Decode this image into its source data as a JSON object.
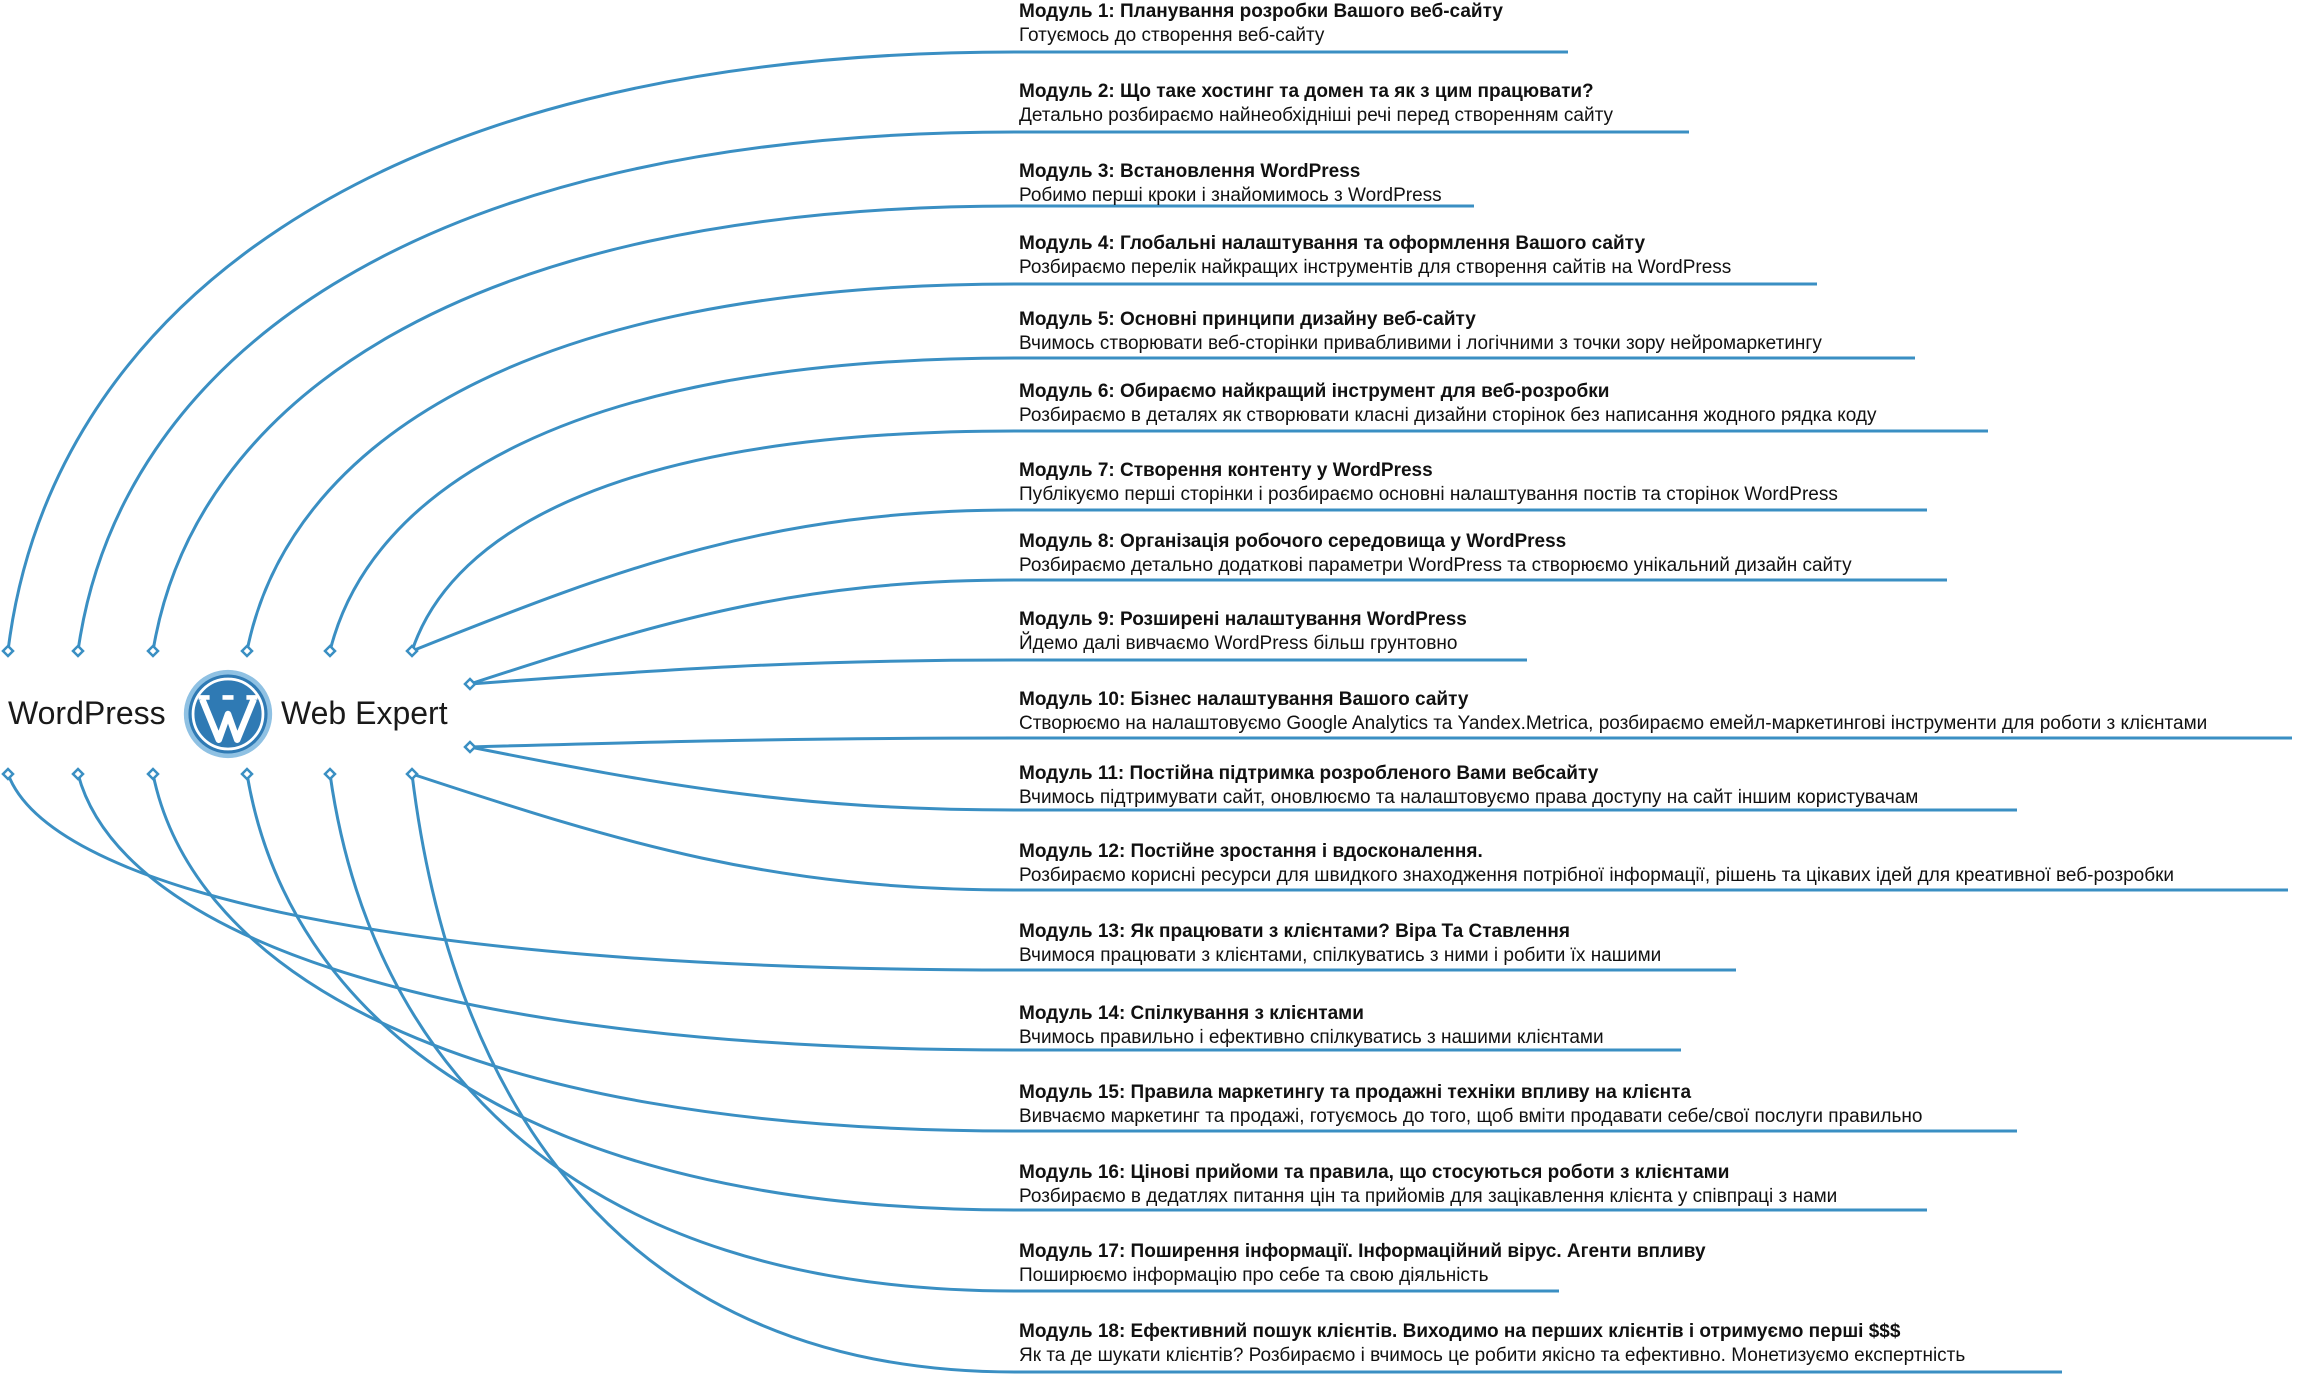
{
  "center": {
    "left_label": "WordPress",
    "right_label": "Web Expert",
    "logo_icon": "wordpress-logo-icon"
  },
  "colors": {
    "line": "#3a8fc3",
    "logo_blue": "#2f7ab4",
    "logo_light": "#8fc1e3",
    "text": "#111111"
  },
  "modules": [
    {
      "title": "Модуль 1: Планування розробки Вашого веб-сайту",
      "subtitle": "Готуємось до створення веб-сайту"
    },
    {
      "title": "Модуль 2: Що таке хостинг та домен та як з цим працювати?",
      "subtitle": "Детально розбираємо найнеобхідніші речі перед створенням сайту"
    },
    {
      "title": "Модуль 3: Встановлення WordPress",
      "subtitle": "Робимо перші кроки і знайомимось з WordPress"
    },
    {
      "title": "Модуль 4: Глобальні налаштування та оформлення Вашого сайту",
      "subtitle": "Розбираємо перелік найкращих інструментів для створення сайтів на WordPress"
    },
    {
      "title": "Модуль 5: Основні принципи дизайну веб-сайту",
      "subtitle": "Вчимось створювати веб-сторінки привабливими і логічними з точки зору нейромаркетингу"
    },
    {
      "title": "Модуль 6: Обираємо найкращий інструмент для веб-розробки",
      "subtitle": "Розбираємо в деталях як створювати класні дизайни сторінок без написання жодного рядка коду"
    },
    {
      "title": "Модуль 7: Створення контенту у WordPress",
      "subtitle": "Публікуємо перші сторінки і розбираємо основні налаштування постів та сторінок WordPress"
    },
    {
      "title": "Модуль 8: Організація робочого середовища у WordPress",
      "subtitle": "Розбираємо детально додаткові параметри WordPress та створюємо унікальний дизайн сайту"
    },
    {
      "title": "Модуль 9: Розширені налаштування WordPress",
      "subtitle": "Йдемо далі вивчаємо WordPress більш грунтовно"
    },
    {
      "title": "Модуль 10: Бізнес налаштування Вашого сайту",
      "subtitle": "Створюємо на налаштовуємо Google Analytics та Yandex.Metrica, розбираємо емейл-маркетингові інструменти для роботи з клієнтами"
    },
    {
      "title": "Модуль 11: Постійна підтримка розробленого Вами вебсайту",
      "subtitle": "Вчимось підтримувати сайт, оновлюємо та налаштовуємо права доступу на сайт іншим користувачам"
    },
    {
      "title": "Модуль 12: Постійне зростання і вдосконалення.",
      "subtitle": "Розбираємо корисні ресурси для швидкого знаходження потрібної інформації, рішень та цікавих ідей для креативної веб-розробки"
    },
    {
      "title": "Модуль 13: Як працювати з клієнтами? Віра Та Ставлення",
      "subtitle": "Вчимося працювати з клієнтами, спілкуватись з ними і робити їх нашими"
    },
    {
      "title": "Модуль 14: Спілкування з клієнтами",
      "subtitle": "Вчимось правильно і ефективно спілкуватись з нашими клієнтами"
    },
    {
      "title": "Модуль 15: Правила маркетингу та продажні техніки впливу на клієнта",
      "subtitle": "Вивчаємо маркетинг та продажі, готуємось до того, щоб вміти продавати себе/свої послуги правильно"
    },
    {
      "title": "Модуль 16: Цінові прийоми та правила, що стосуються роботи з клієнтами",
      "subtitle": "Розбираємо в дедатлях питання цін та прийомів для зацікавлення клієнта у співпраці з нами"
    },
    {
      "title": "Модуль 17: Поширення інформації. Інформаційний вірус. Агенти впливу",
      "subtitle": "Поширюємо інформацію про себе та свою діяльність"
    },
    {
      "title": "Модуль 18: Ефективний пошук клієнтів. Виходимо на перших клієнтів і отримуємо перші $$$",
      "subtitle": "Як та де шукати клієнтів? Розбираємо і вчимось це робити якісно та ефективно. Монетизуємо експертність"
    }
  ]
}
